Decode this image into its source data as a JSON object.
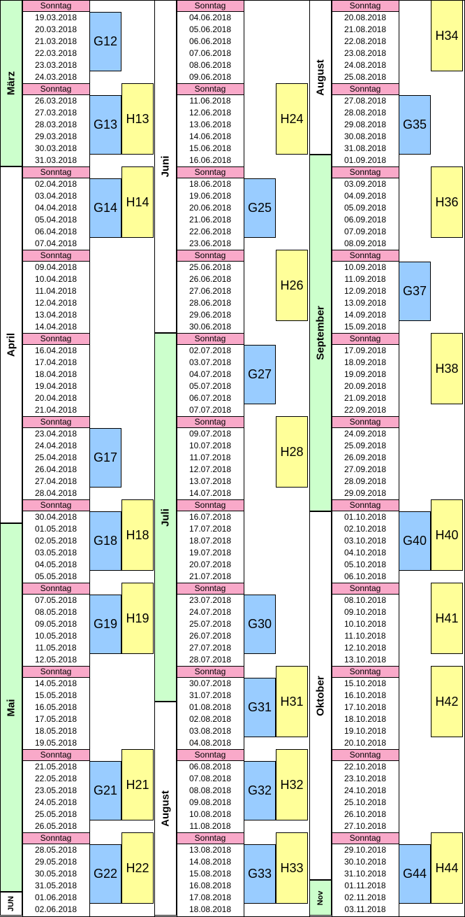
{
  "sunday_label": "Sonntag",
  "colors": {
    "sunday": "#f9a9c9",
    "g_block": "#99ccff",
    "h_block": "#ffff99",
    "month_bg": "#ccffcc"
  },
  "columns": [
    {
      "start_date": "2018-03-18",
      "months": [
        {
          "label": "März",
          "fill": true,
          "days": 14
        },
        {
          "label": "April",
          "fill": false,
          "days": 30
        },
        {
          "label": "Mai",
          "fill": true,
          "days": 31
        },
        {
          "label": "JUN",
          "fill": false,
          "days": 2
        }
      ],
      "weeks": [
        {
          "days": [
            "19.03.2018",
            "20.03.2018",
            "21.03.2018",
            "22.03.2018",
            "23.03.2018",
            "24.03.2018"
          ],
          "g": "G12",
          "h": ""
        },
        {
          "days": [
            "26.03.2018",
            "27.03.2018",
            "28.03.2018",
            "29.03.2018",
            "30.03.2018",
            "31.03.2018"
          ],
          "g": "G13",
          "h": "H13"
        },
        {
          "days": [
            "02.04.2018",
            "03.04.2018",
            "04.04.2018",
            "05.04.2018",
            "06.04.2018",
            "07.04.2018"
          ],
          "g": "G14",
          "h": "H14"
        },
        {
          "days": [
            "09.04.2018",
            "10.04.2018",
            "11.04.2018",
            "12.04.2018",
            "13.04.2018",
            "14.04.2018"
          ],
          "g": "",
          "h": ""
        },
        {
          "days": [
            "16.04.2018",
            "17.04.2018",
            "18.04.2018",
            "19.04.2018",
            "20.04.2018",
            "21.04.2018"
          ],
          "g": "",
          "h": ""
        },
        {
          "days": [
            "23.04.2018",
            "24.04.2018",
            "25.04.2018",
            "26.04.2018",
            "27.04.2018",
            "28.04.2018"
          ],
          "g": "G17",
          "h": ""
        },
        {
          "days": [
            "30.04.2018",
            "01.05.2018",
            "02.05.2018",
            "03.05.2018",
            "04.05.2018",
            "05.05.2018"
          ],
          "g": "G18",
          "h": "H18"
        },
        {
          "days": [
            "07.05.2018",
            "08.05.2018",
            "09.05.2018",
            "10.05.2018",
            "11.05.2018",
            "12.05.2018"
          ],
          "g": "G19",
          "h": "H19"
        },
        {
          "days": [
            "14.05.2018",
            "15.05.2018",
            "16.05.2018",
            "17.05.2018",
            "18.05.2018",
            "19.05.2018"
          ],
          "g": "",
          "h": ""
        },
        {
          "days": [
            "21.05.2018",
            "22.05.2018",
            "23.05.2018",
            "24.05.2018",
            "25.05.2018",
            "26.05.2018"
          ],
          "g": "G21",
          "h": "H21"
        },
        {
          "days": [
            "28.05.2018",
            "29.05.2018",
            "30.05.2018",
            "31.05.2018",
            "01.06.2018",
            "02.06.2018"
          ],
          "g": "G22",
          "h": "H22"
        }
      ]
    },
    {
      "start_date": "2018-06-03",
      "months": [
        {
          "label": "Juni",
          "fill": false,
          "days": 28
        },
        {
          "label": "Juli",
          "fill": true,
          "days": 31
        },
        {
          "label": "August",
          "fill": false,
          "days": 18
        }
      ],
      "weeks": [
        {
          "days": [
            "04.06.2018",
            "05.06.2018",
            "06.06.2018",
            "07.06.2018",
            "08.06.2018",
            "09.06.2018"
          ],
          "g": "",
          "h": ""
        },
        {
          "days": [
            "11.06.2018",
            "12.06.2018",
            "13.06.2018",
            "14.06.2018",
            "15.06.2018",
            "16.06.2018"
          ],
          "g": "",
          "h": "H24"
        },
        {
          "days": [
            "18.06.2018",
            "19.06.2018",
            "20.06.2018",
            "21.06.2018",
            "22.06.2018",
            "23.06.2018"
          ],
          "g": "G25",
          "h": ""
        },
        {
          "days": [
            "25.06.2018",
            "26.06.2018",
            "27.06.2018",
            "28.06.2018",
            "29.06.2018",
            "30.06.2018"
          ],
          "g": "",
          "h": "H26"
        },
        {
          "days": [
            "02.07.2018",
            "03.07.2018",
            "04.07.2018",
            "05.07.2018",
            "06.07.2018",
            "07.07.2018"
          ],
          "g": "G27",
          "h": ""
        },
        {
          "days": [
            "09.07.2018",
            "10.07.2018",
            "11.07.2018",
            "12.07.2018",
            "13.07.2018",
            "14.07.2018"
          ],
          "g": "",
          "h": "H28"
        },
        {
          "days": [
            "16.07.2018",
            "17.07.2018",
            "18.07.2018",
            "19.07.2018",
            "20.07.2018",
            "21.07.2018"
          ],
          "g": "",
          "h": ""
        },
        {
          "days": [
            "23.07.2018",
            "24.07.2018",
            "25.07.2018",
            "26.07.2018",
            "27.07.2018",
            "28.07.2018"
          ],
          "g": "G30",
          "h": ""
        },
        {
          "days": [
            "30.07.2018",
            "31.07.2018",
            "01.08.2018",
            "02.08.2018",
            "03.08.2018",
            "04.08.2018"
          ],
          "g": "G31",
          "h": "H31"
        },
        {
          "days": [
            "06.08.2018",
            "07.08.2018",
            "08.08.2018",
            "09.08.2018",
            "10.08.2018",
            "11.08.2018"
          ],
          "g": "G32",
          "h": "H32"
        },
        {
          "days": [
            "13.08.2018",
            "14.08.2018",
            "15.08.2018",
            "16.08.2018",
            "17.08.2018",
            "18.08.2018"
          ],
          "g": "G33",
          "h": "H33"
        }
      ]
    },
    {
      "start_date": "2018-08-19",
      "months": [
        {
          "label": "August",
          "fill": false,
          "days": 13
        },
        {
          "label": "September",
          "fill": true,
          "days": 30
        },
        {
          "label": "Oktober",
          "fill": false,
          "days": 31
        },
        {
          "label": "Nov",
          "fill": true,
          "days": 3
        }
      ],
      "weeks": [
        {
          "days": [
            "20.08.2018",
            "21.08.2018",
            "22.08.2018",
            "23.08.2018",
            "24.08.2018",
            "25.08.2018"
          ],
          "g": "",
          "h": "H34"
        },
        {
          "days": [
            "27.08.2018",
            "28.08.2018",
            "29.08.2018",
            "30.08.2018",
            "31.08.2018",
            "01.09.2018"
          ],
          "g": "G35",
          "h": ""
        },
        {
          "days": [
            "03.09.2018",
            "04.09.2018",
            "05.09.2018",
            "06.09.2018",
            "07.09.2018",
            "08.09.2018"
          ],
          "g": "",
          "h": "H36"
        },
        {
          "days": [
            "10.09.2018",
            "11.09.2018",
            "12.09.2018",
            "13.09.2018",
            "14.09.2018",
            "15.09.2018"
          ],
          "g": "G37",
          "h": ""
        },
        {
          "days": [
            "17.09.2018",
            "18.09.2018",
            "19.09.2018",
            "20.09.2018",
            "21.09.2018",
            "22.09.2018"
          ],
          "g": "",
          "h": "H38"
        },
        {
          "days": [
            "24.09.2018",
            "25.09.2018",
            "26.09.2018",
            "27.09.2018",
            "28.09.2018",
            "29.09.2018"
          ],
          "g": "",
          "h": ""
        },
        {
          "days": [
            "01.10.2018",
            "02.10.2018",
            "03.10.2018",
            "04.10.2018",
            "05.10.2018",
            "06.10.2018"
          ],
          "g": "G40",
          "h": "H40"
        },
        {
          "days": [
            "08.10.2018",
            "09.10.2018",
            "10.10.2018",
            "11.10.2018",
            "12.10.2018",
            "13.10.2018"
          ],
          "g": "",
          "h": "H41"
        },
        {
          "days": [
            "15.10.2018",
            "16.10.2018",
            "17.10.2018",
            "18.10.2018",
            "19.10.2018",
            "20.10.2018"
          ],
          "g": "",
          "h": "H42"
        },
        {
          "days": [
            "22.10.2018",
            "23.10.2018",
            "24.10.2018",
            "25.10.2018",
            "26.10.2018",
            "27.10.2018"
          ],
          "g": "",
          "h": ""
        },
        {
          "days": [
            "29.10.2018",
            "30.10.2018",
            "31.10.2018",
            "01.11.2018",
            "02.11.2018",
            "03.11.2018"
          ],
          "g": "G44",
          "h": "H44"
        }
      ]
    }
  ]
}
